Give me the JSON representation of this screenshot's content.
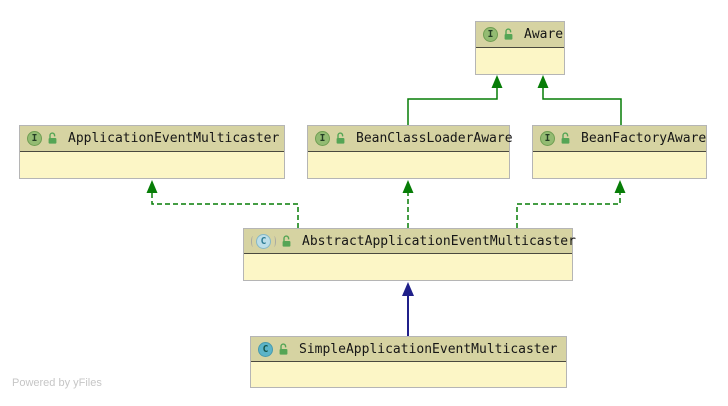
{
  "watermark": "Powered by yFiles",
  "colors": {
    "edge_green": "#077d07",
    "edge_blue": "#20208a",
    "node_header_bg": "#d6d3a2",
    "node_body_bg": "#fcf6c6",
    "lock_green": "#55a555"
  },
  "icons": {
    "interface_letter": "I",
    "class_letter": "C"
  },
  "nodes": [
    {
      "id": "aware",
      "label": "Aware",
      "kind": "interface"
    },
    {
      "id": "application-event-multicaster",
      "label": "ApplicationEventMulticaster",
      "kind": "interface"
    },
    {
      "id": "bean-class-loader-aware",
      "label": "BeanClassLoaderAware",
      "kind": "interface"
    },
    {
      "id": "bean-factory-aware",
      "label": "BeanFactoryAware",
      "kind": "interface"
    },
    {
      "id": "abstract-application-event-multicaster",
      "label": "AbstractApplicationEventMulticaster",
      "kind": "abstract-class"
    },
    {
      "id": "simple-application-event-multicaster",
      "label": "SimpleApplicationEventMulticaster",
      "kind": "class"
    }
  ],
  "edges": [
    {
      "from": "BeanClassLoaderAware",
      "to": "Aware",
      "relation": "extends",
      "style": "solid-green"
    },
    {
      "from": "BeanFactoryAware",
      "to": "Aware",
      "relation": "extends",
      "style": "solid-green"
    },
    {
      "from": "AbstractApplicationEventMulticaster",
      "to": "ApplicationEventMulticaster",
      "relation": "implements",
      "style": "dashed-green"
    },
    {
      "from": "AbstractApplicationEventMulticaster",
      "to": "BeanClassLoaderAware",
      "relation": "implements",
      "style": "dashed-green"
    },
    {
      "from": "AbstractApplicationEventMulticaster",
      "to": "BeanFactoryAware",
      "relation": "implements",
      "style": "dashed-green"
    },
    {
      "from": "SimpleApplicationEventMulticaster",
      "to": "AbstractApplicationEventMulticaster",
      "relation": "extends",
      "style": "solid-blue"
    }
  ]
}
